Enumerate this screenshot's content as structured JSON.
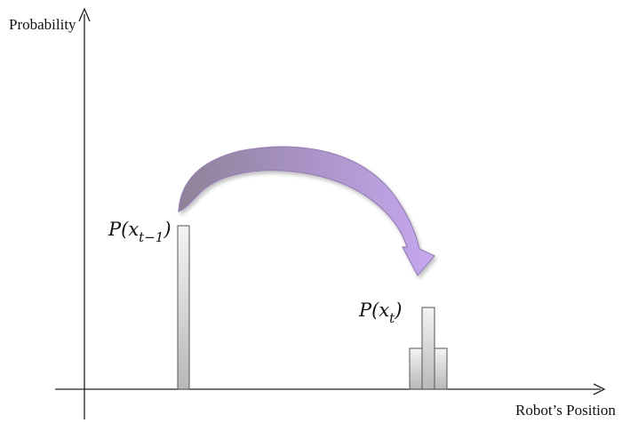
{
  "axes": {
    "y_label": "Probability",
    "x_label": "Robot’s Position"
  },
  "before": {
    "label_func": "P(",
    "label_var": "x",
    "label_sub": "t−1",
    "label_close": ")",
    "relative_heights": [
      1.0
    ]
  },
  "after": {
    "label_func": "P(",
    "label_var": "x",
    "label_sub": "t",
    "label_close": ")",
    "relative_heights": [
      0.25,
      0.5,
      0.25
    ]
  },
  "colors": {
    "axis": "#222222",
    "bar_edge": "#555555",
    "bar_light": "#f4f4f4",
    "bar_dark": "#b8b8b8",
    "arrow_left": "#8e8296",
    "arrow_mid": "#a993c6",
    "arrow_right": "#c6a8ee",
    "arrow_edge": "#9a80b8"
  }
}
